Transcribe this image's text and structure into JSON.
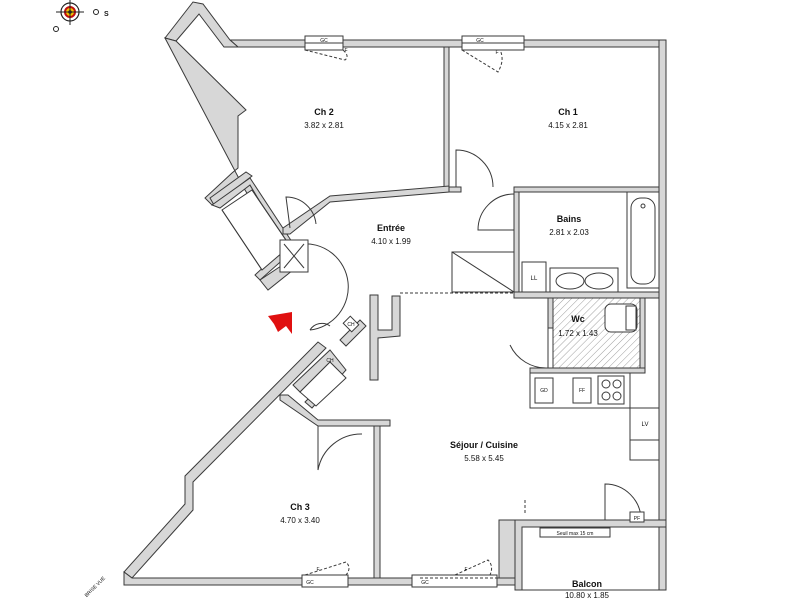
{
  "rooms": {
    "ch2": {
      "name": "Ch 2",
      "dims": "3.82 x 2.81"
    },
    "ch1": {
      "name": "Ch 1",
      "dims": "4.15 x 2.81"
    },
    "entree": {
      "name": "Entrée",
      "dims": "4.10 x 1.99"
    },
    "bains": {
      "name": "Bains",
      "dims": "2.81 x 2.03"
    },
    "wc": {
      "name": "Wc",
      "dims": "1.72 x 1.43"
    },
    "sejour": {
      "name": "Séjour / Cuisine",
      "dims": "5.58 x 5.45"
    },
    "ch3": {
      "name": "Ch 3",
      "dims": "4.70 x 3.40"
    },
    "balcon": {
      "name": "Balcon",
      "dims": "10.80 x 1.85"
    }
  },
  "labels": {
    "ll": "LL",
    "lv": "LV",
    "pf": "PF",
    "ch": "CH",
    "ch_closet": "CH",
    "f": "F",
    "gc": "GC",
    "seuil": "Seuil max 15 cm",
    "corner": "BRISE VUE",
    "compass_s": "S",
    "gd": "GD",
    "ff": "FF"
  },
  "colors": {
    "wall": "#d7d7d7",
    "line": "#3a3a3a",
    "entry_arrow": "#e01010"
  }
}
